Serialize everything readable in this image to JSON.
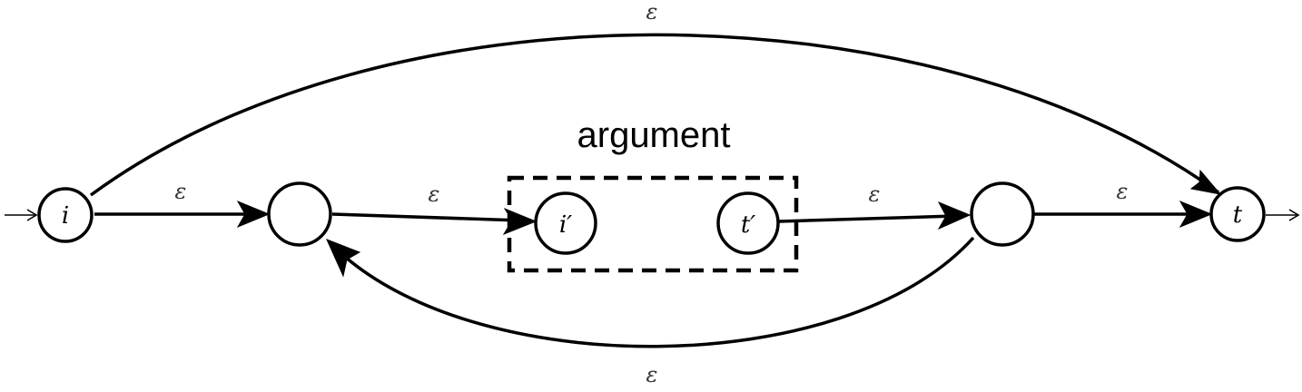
{
  "diagram": {
    "box_label": "argument",
    "nodes": {
      "start": "i",
      "inner_start": "i′",
      "inner_end": "t′",
      "end": "t",
      "left_mid": "",
      "right_mid": ""
    },
    "edges": {
      "top_arc": "ε",
      "i_to_left": "ε",
      "left_to_inner": "ε",
      "inner_to_right": "ε",
      "right_to_t": "ε",
      "bottom_arc": "ε"
    }
  }
}
